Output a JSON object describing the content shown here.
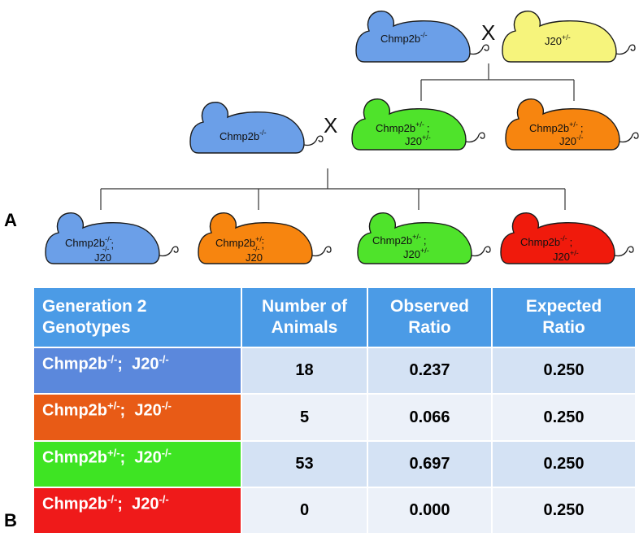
{
  "cross": {
    "symbol": "X",
    "gen0": {
      "left": {
        "gene": "Chmp2b",
        "sup": "-/-",
        "color": "#6b9fe8"
      },
      "right": {
        "gene": "J20",
        "sup": "+/-",
        "color": "#f6f47c"
      }
    },
    "gen1": {
      "parent": {
        "gene": "Chmp2b",
        "sup": "-/-",
        "color": "#6b9fe8"
      },
      "mouse_green": {
        "line1": "Chmp2b",
        "sup1": "+/-",
        "sep": ";",
        "line2": "J20",
        "sup2": "+/-",
        "color": "#4fe32b"
      },
      "mouse_orange": {
        "line1": "Chmp2b",
        "sup1": "+/-",
        "sep": ";",
        "line2": "J20",
        "sup2": "-/-",
        "color": "#f7850f"
      }
    },
    "gen2": [
      {
        "line1": "Chmp2b",
        "sup1": "-/-",
        "sup1b": "-/-",
        "sep": ";",
        "line2": "J20",
        "sup2": "",
        "color": "#6b9fe8"
      },
      {
        "line1": "Chmp2b",
        "sup1": "+/-",
        "sup1b": "-/-",
        "sep": ";",
        "line2": "J20",
        "sup2": "",
        "color": "#f7850f"
      },
      {
        "line1": "Chmp2b",
        "sup1": "+/-",
        "sup1b": "",
        "sep": ";",
        "line2": "J20",
        "sup2": "+/-",
        "color": "#4fe32b"
      },
      {
        "line1": "Chmp2b",
        "sup1": "-/-",
        "sup1b": "",
        "sep": ";",
        "line2": "J20",
        "sup2": "+/-",
        "color": "#f01a0c"
      }
    ]
  },
  "panels": {
    "a": "A",
    "b": "B"
  },
  "table": {
    "headers": {
      "col1": [
        "Generation 2",
        "Genotypes"
      ],
      "col2": [
        "Number of",
        "Animals"
      ],
      "col3": [
        "Observed",
        "Ratio"
      ],
      "col4": [
        "Expected",
        "Ratio"
      ]
    },
    "rows": [
      {
        "gene": "Chmp2b",
        "sup1": "-/-",
        "sep": ";",
        "line2": "J20",
        "sup2": "-/-",
        "number": "18",
        "observed": "0.237",
        "expected": "0.250",
        "color": "#5b88dc"
      },
      {
        "gene": "Chmp2b",
        "sup1": "+/-",
        "sep": ";",
        "line2": "J20",
        "sup2": "-/-",
        "number": "5",
        "observed": "0.066",
        "expected": "0.250",
        "color": "#e85b16"
      },
      {
        "gene": "Chmp2b",
        "sup1": "+/-",
        "sep": ";",
        "line2": "J20",
        "sup2": "-/-",
        "number": "53",
        "observed": "0.697",
        "expected": "0.250",
        "color": "#3ee423"
      },
      {
        "gene": "Chmp2b",
        "sup1": "-/-",
        "sep": ";",
        "line2": "J20",
        "sup2": "-/-",
        "number": "0",
        "observed": "0.000",
        "expected": "0.250",
        "color": "#ef1a1a"
      }
    ]
  }
}
